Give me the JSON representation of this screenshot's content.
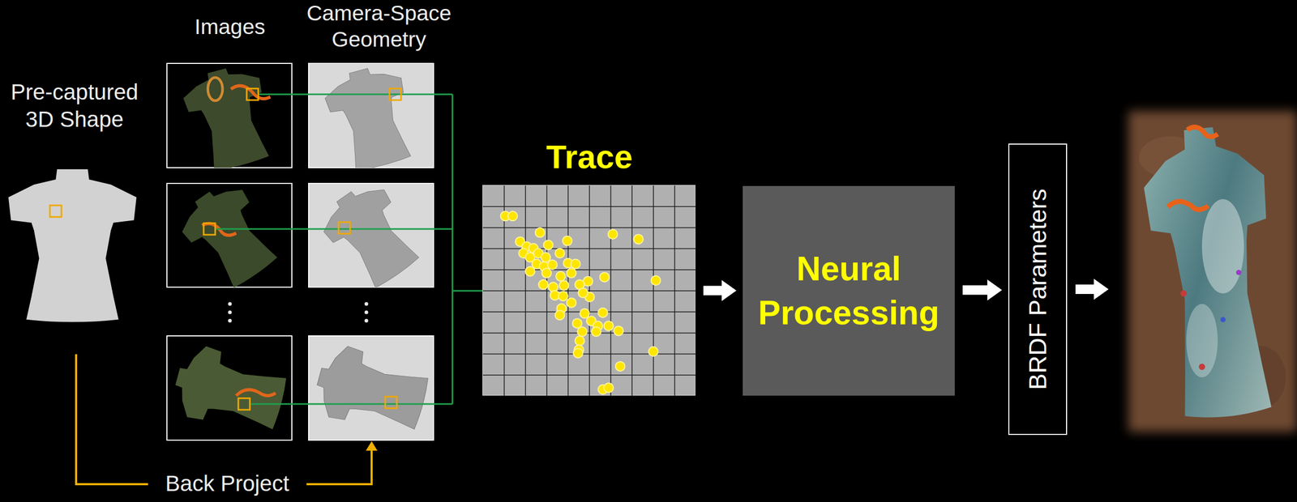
{
  "diagram": {
    "nodes": [
      {
        "text": [
          "Trace"
        ]
      },
      {
        "text": [
          "Neural Processing"
        ]
      },
      {
        "text": [
          "BRDF Parameters"
        ]
      }
    ],
    "edges": [
      {
        "from": 0,
        "to": 1,
        "arrow": "to"
      },
      {
        "from": 1,
        "to": 2,
        "arrow": "to"
      }
    ],
    "labels": [
      "Pre-captured 3D Shape",
      "Images",
      "Camera-Space Geometry",
      "Back Project"
    ]
  }
}
